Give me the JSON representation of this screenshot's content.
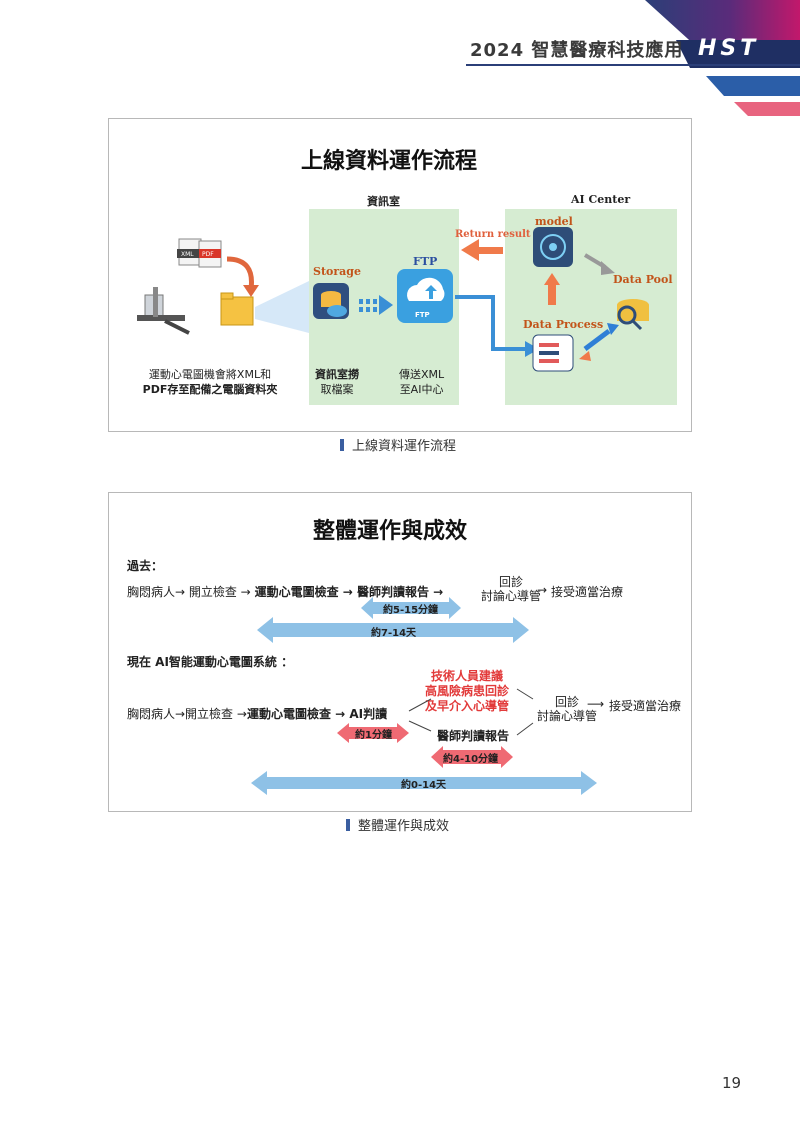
{
  "header": {
    "title": "2024 智慧醫療科技應用",
    "brand": "HST"
  },
  "figure1": {
    "title": "上線資料運作流程",
    "zone_it": "資訊室",
    "zone_ai": "AI Center",
    "storage": "Storage",
    "ftp": "FTP",
    "ftp_small": "FTP",
    "return_result": "Return  result",
    "model": "model",
    "data_pool": "Data Pool",
    "data_process": "Data Process",
    "file_xml": "XML",
    "file_pdf": "PDF",
    "desc_machine_1": "運動心電圖機會將XML和",
    "desc_machine_2": "PDF存至配備之電腦資料夾",
    "desc_it_1": "資訊室撈",
    "desc_it_2": "取檔案",
    "desc_send_1": "傳送XML",
    "desc_send_2": "至AI中心",
    "caption": "上線資料運作流程"
  },
  "figure2": {
    "title": "整體運作與成效",
    "past_label": "過去：",
    "past_flow_a": "胸悶病人→ 開立檢查 →",
    "past_flow_b": "運動心電圖檢查 → 醫師判讀報告 →",
    "past_return_1": "回診",
    "past_return_2": "討論心導管",
    "past_treat": "接受適當治療",
    "past_short": "約5-15分鐘",
    "past_long": "約7-14天",
    "now_label": "現在 AI智能運動心電圖系統 ：",
    "now_flow_a": "胸悶病人→開立檢查 →",
    "now_flow_b": "運動心電圖檢查 → AI判讀",
    "tech_1": "技術人員建議",
    "tech_2": "高風險病患回診",
    "tech_3": "及早介入心導管",
    "doctor": "醫師判讀報告",
    "now_return_1": "回診",
    "now_return_2": "討論心導管",
    "now_treat": "接受適當治療",
    "now_ai": "約1分鐘",
    "now_doc": "約4-10分鐘",
    "now_long": "約0-14天",
    "caption": "整體運作與成效"
  },
  "page_number": "19",
  "colors": {
    "navy": "#2b3f78",
    "magenta": "#c2186b",
    "blue_arrow": "#8ec1e6",
    "red_arrow": "#ef6a73",
    "orange": "#f07a4a",
    "green_zone": "#d6ecd2",
    "red_text": "#e23a3a"
  }
}
